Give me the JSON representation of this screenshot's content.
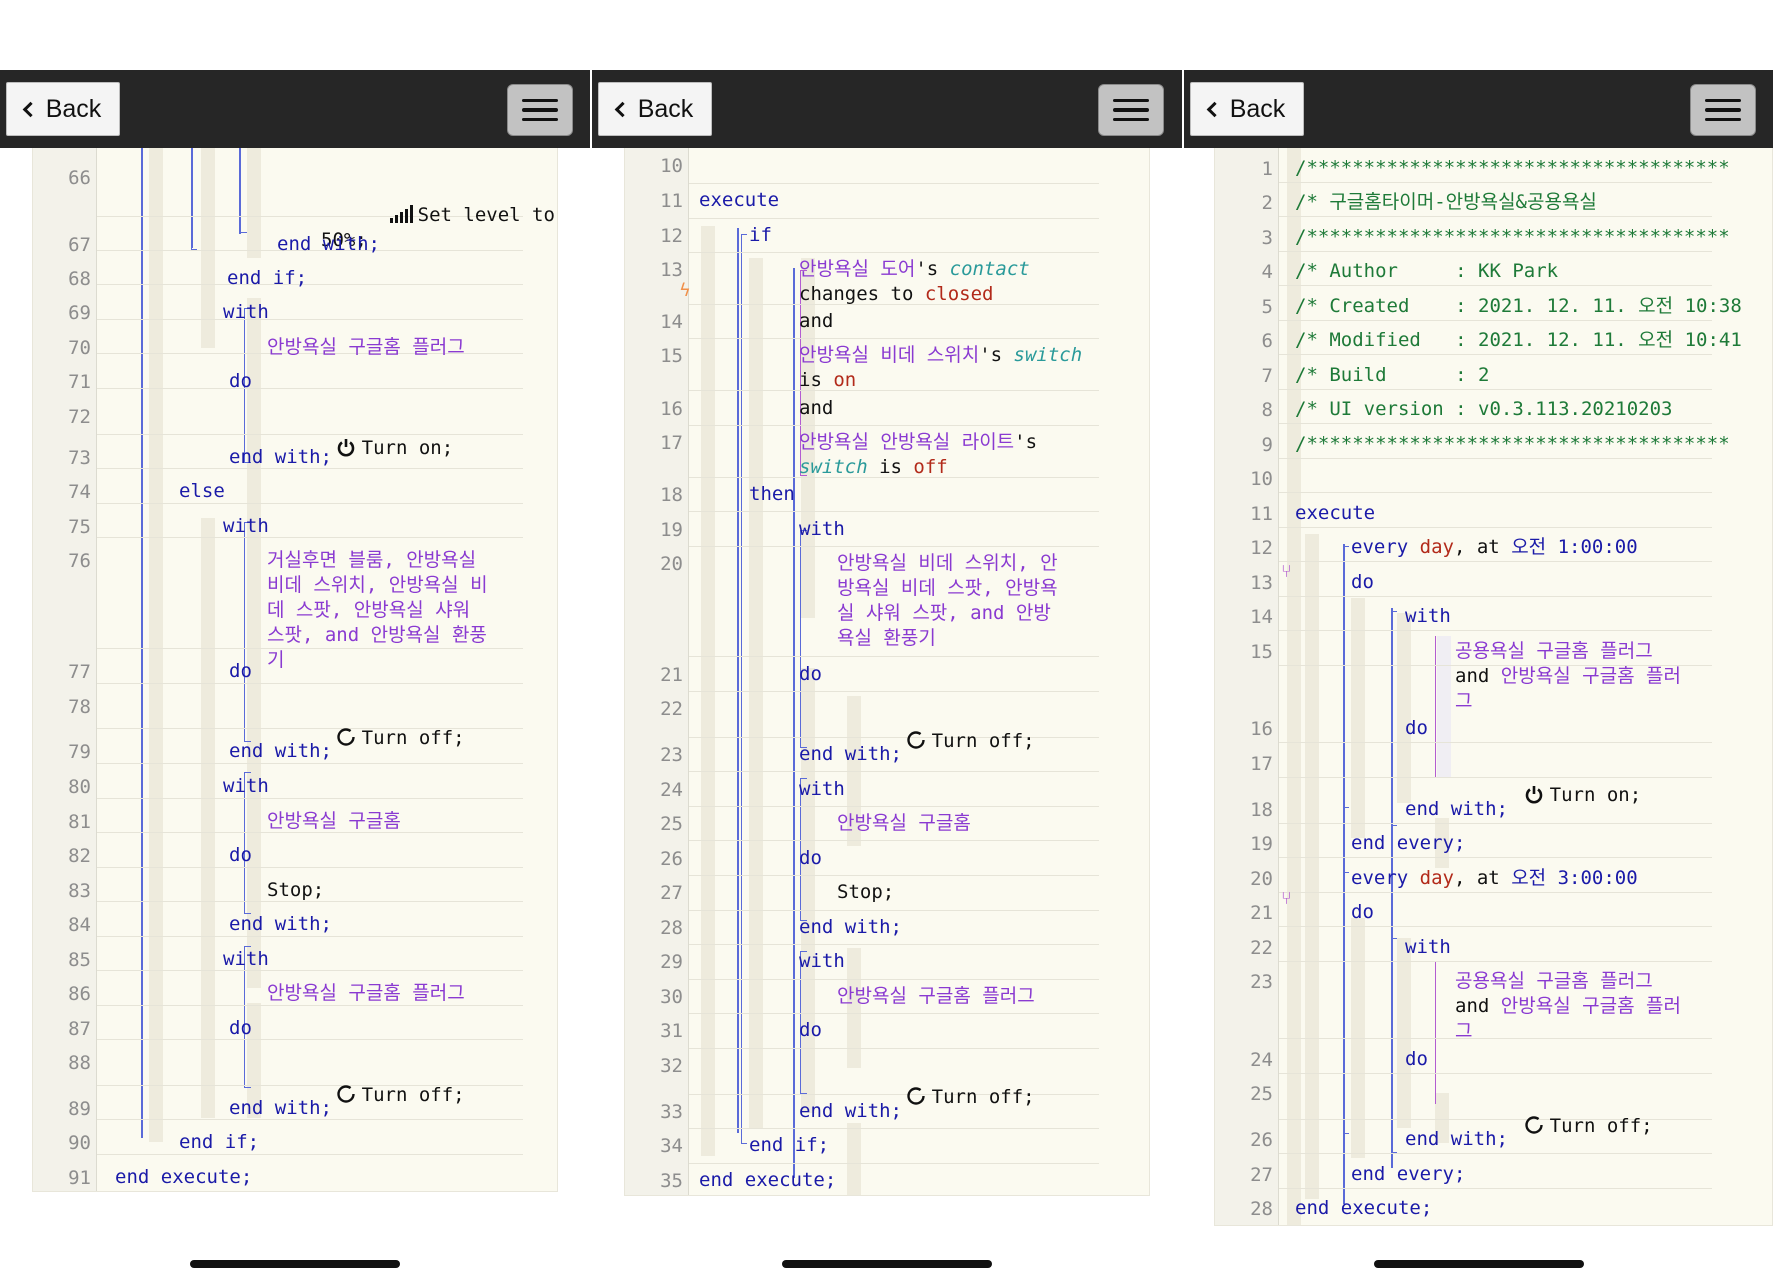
{
  "nav": {
    "back_label": "Back"
  },
  "panels": [
    {
      "name": "left",
      "lines": [
        {
          "n": "66",
          "text": "Set level to\n50%;"
        },
        {
          "n": "67",
          "text": "end with;"
        },
        {
          "n": "68",
          "text": "end if;"
        },
        {
          "n": "69",
          "text": "with"
        },
        {
          "n": "70",
          "text": "안방욕실 구글홈 플러그"
        },
        {
          "n": "71",
          "text": "do"
        },
        {
          "n": "72",
          "text": "Turn on;"
        },
        {
          "n": "73",
          "text": "end with;"
        },
        {
          "n": "74",
          "text": "else"
        },
        {
          "n": "75",
          "text": "with"
        },
        {
          "n": "76",
          "text": "거실후면 블룸, 안방욕실 비데 스위치, 안방욕실 비데 스팟, 안방욕실 샤워 스팟, and 안방욕실 환풍기"
        },
        {
          "n": "77",
          "text": "do"
        },
        {
          "n": "78",
          "text": "Turn off;"
        },
        {
          "n": "79",
          "text": "end with;"
        },
        {
          "n": "80",
          "text": "with"
        },
        {
          "n": "81",
          "text": "안방욕실 구글홈"
        },
        {
          "n": "82",
          "text": "do"
        },
        {
          "n": "83",
          "text": "Stop;"
        },
        {
          "n": "84",
          "text": "end with;"
        },
        {
          "n": "85",
          "text": "with"
        },
        {
          "n": "86",
          "text": "안방욕실 구글홈 플러그"
        },
        {
          "n": "87",
          "text": "do"
        },
        {
          "n": "88",
          "text": "Turn off;"
        },
        {
          "n": "89",
          "text": "end with;"
        },
        {
          "n": "90",
          "text": "end if;"
        },
        {
          "n": "91",
          "text": "end execute;"
        }
      ]
    },
    {
      "name": "middle",
      "lines": [
        {
          "n": "10",
          "text": ""
        },
        {
          "n": "11",
          "text": "execute"
        },
        {
          "n": "12",
          "text": "if"
        },
        {
          "n": "13",
          "text": "안방욕실 도어's contact changes to closed"
        },
        {
          "n": "14",
          "text": "and"
        },
        {
          "n": "15",
          "text": "안방욕실 비데 스위치's switch is on"
        },
        {
          "n": "16",
          "text": "and"
        },
        {
          "n": "17",
          "text": "안방욕실 안방욕실 라이트's switch is off"
        },
        {
          "n": "18",
          "text": "then"
        },
        {
          "n": "19",
          "text": "with"
        },
        {
          "n": "20",
          "text": "안방욕실 비데 스위치, 안방욕실 비데 스팟, 안방욕실 샤워 스팟, and 안방욕실 환풍기"
        },
        {
          "n": "21",
          "text": "do"
        },
        {
          "n": "22",
          "text": "Turn off;"
        },
        {
          "n": "23",
          "text": "end with;"
        },
        {
          "n": "24",
          "text": "with"
        },
        {
          "n": "25",
          "text": "안방욕실 구글홈"
        },
        {
          "n": "26",
          "text": "do"
        },
        {
          "n": "27",
          "text": "Stop;"
        },
        {
          "n": "28",
          "text": "end with;"
        },
        {
          "n": "29",
          "text": "with"
        },
        {
          "n": "30",
          "text": "안방욕실 구글홈 플러그"
        },
        {
          "n": "31",
          "text": "do"
        },
        {
          "n": "32",
          "text": "Turn off;"
        },
        {
          "n": "33",
          "text": "end with;"
        },
        {
          "n": "34",
          "text": "end if;"
        },
        {
          "n": "35",
          "text": "end execute;"
        }
      ]
    },
    {
      "name": "right",
      "lines": [
        {
          "n": "1",
          "text": "/*************************************"
        },
        {
          "n": "2",
          "text": "/* 구글홈타이머-안방욕실&공용욕실"
        },
        {
          "n": "3",
          "text": "/*************************************"
        },
        {
          "n": "4",
          "text": "/* Author     : KK Park"
        },
        {
          "n": "5",
          "text": "/* Created    : 2021. 12. 11. 오전 10:38"
        },
        {
          "n": "6",
          "text": "/* Modified   : 2021. 12. 11. 오전 10:41"
        },
        {
          "n": "7",
          "text": "/* Build      : 2"
        },
        {
          "n": "8",
          "text": "/* UI version : v0.3.113.20210203"
        },
        {
          "n": "9",
          "text": "/*************************************"
        },
        {
          "n": "10",
          "text": ""
        },
        {
          "n": "11",
          "text": "execute"
        },
        {
          "n": "12",
          "text": "every day, at 오전 1:00:00"
        },
        {
          "n": "13",
          "text": "do"
        },
        {
          "n": "14",
          "text": "with"
        },
        {
          "n": "15",
          "text": "공용욕실 구글홈 플러그 and 안방욕실 구글홈 플러그"
        },
        {
          "n": "16",
          "text": "do"
        },
        {
          "n": "17",
          "text": "Turn on;"
        },
        {
          "n": "18",
          "text": "end with;"
        },
        {
          "n": "19",
          "text": "end every;"
        },
        {
          "n": "20",
          "text": "every day, at 오전 3:00:00"
        },
        {
          "n": "21",
          "text": "do"
        },
        {
          "n": "22",
          "text": "with"
        },
        {
          "n": "23",
          "text": "공용욕실 구글홈 플러그 and 안방욕실 구글홈 플러그"
        },
        {
          "n": "24",
          "text": "do"
        },
        {
          "n": "25",
          "text": "Turn off;"
        },
        {
          "n": "26",
          "text": "end with;"
        },
        {
          "n": "27",
          "text": "end every;"
        },
        {
          "n": "28",
          "text": "end execute;"
        }
      ]
    }
  ]
}
